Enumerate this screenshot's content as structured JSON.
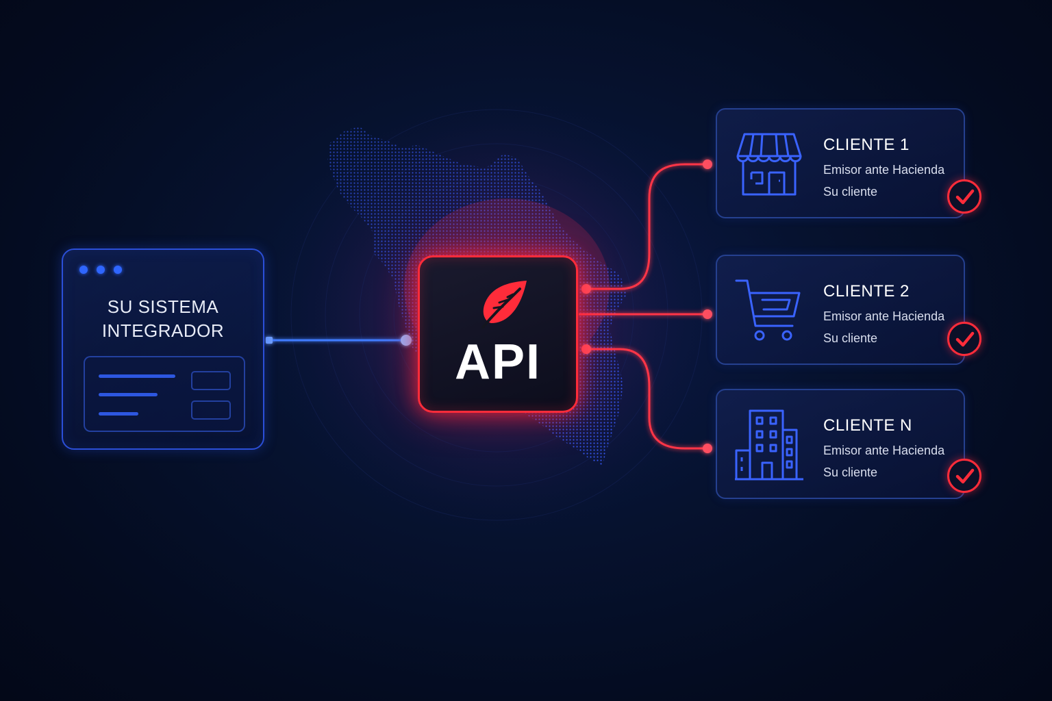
{
  "integrator": {
    "title_line1": "SU SISTEMA",
    "title_line2": "INTEGRADOR"
  },
  "api": {
    "label": "API",
    "icon": "leaf-icon"
  },
  "clients": [
    {
      "name": "CLIENTE 1",
      "line1": "Emisor ante Hacienda",
      "line2": "Su cliente",
      "icon": "storefront-icon"
    },
    {
      "name": "CLIENTE 2",
      "line1": "Emisor ante Hacienda",
      "line2": "Su cliente",
      "icon": "shopping-cart-icon"
    },
    {
      "name": "CLIENTE N",
      "line1": "Emisor ante Hacienda",
      "line2": "Su cliente",
      "icon": "office-building-icon"
    }
  ],
  "colors": {
    "background": "#040b1f",
    "blue_accent": "#2f66ff",
    "red_accent": "#ff2c3a"
  }
}
